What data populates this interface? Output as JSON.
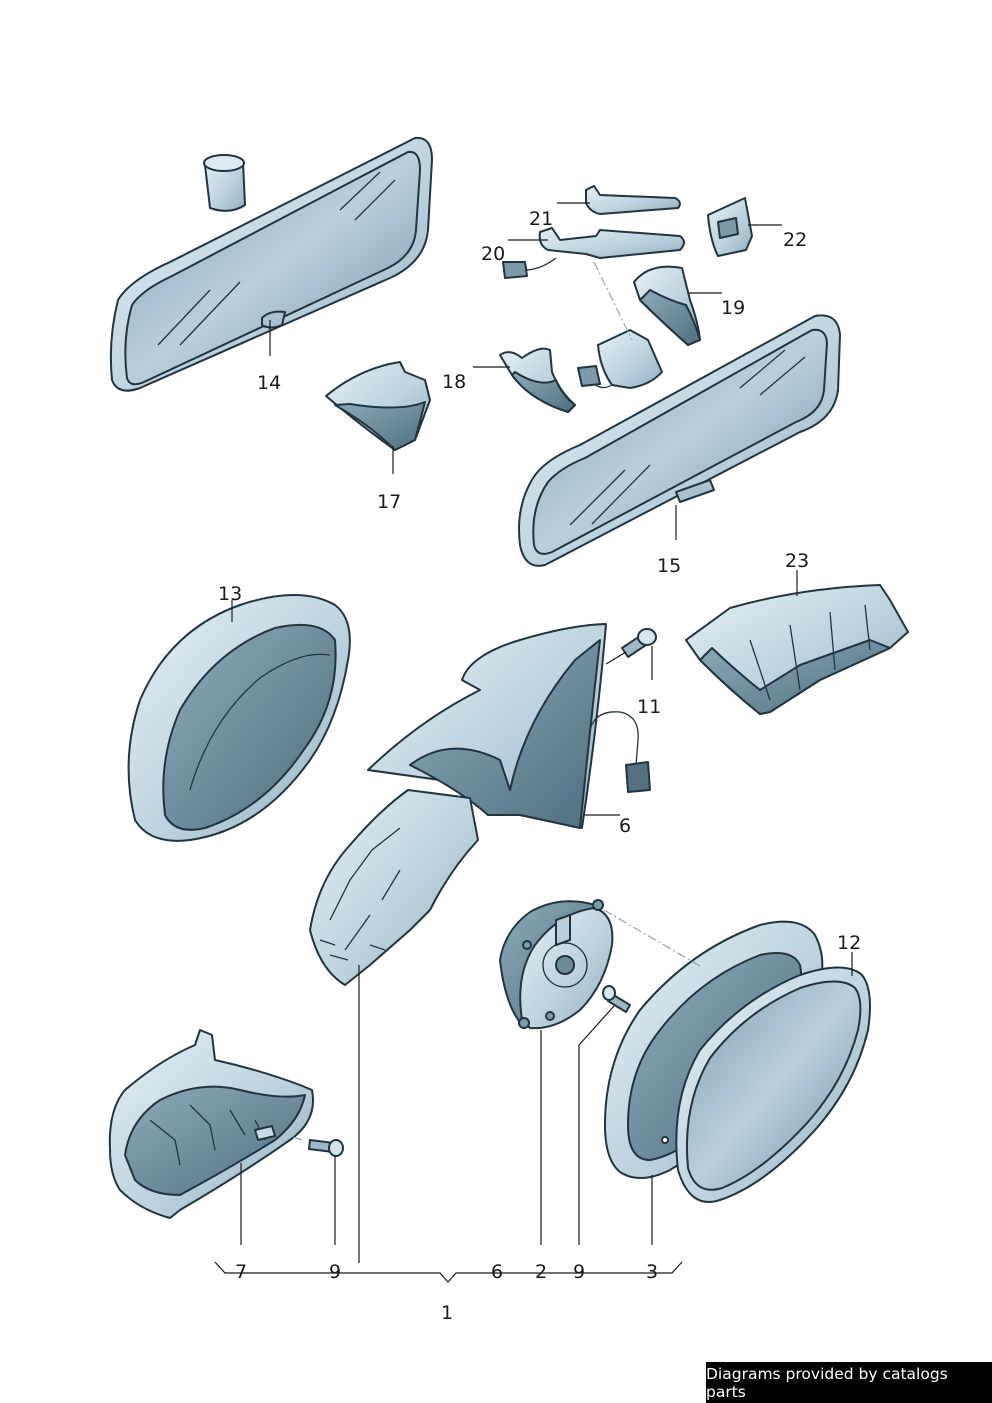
{
  "callouts": {
    "p1": "1",
    "p2": "2",
    "p3": "3",
    "p6a": "6",
    "p6b": "6",
    "p7": "7",
    "p9a": "9",
    "p9b": "9",
    "p11": "11",
    "p12": "12",
    "p13": "13",
    "p14": "14",
    "p15": "15",
    "p17": "17",
    "p18": "18",
    "p19": "19",
    "p20": "20",
    "p21": "21",
    "p22": "22",
    "p23": "23"
  },
  "credit": "Diagrams provided by catalogs parts",
  "colors": {
    "part_fill": "#bcd3df",
    "part_light": "#e3eef4",
    "part_dark": "#5e7f90",
    "outline": "#22343f",
    "credit_bg": "#000000"
  }
}
